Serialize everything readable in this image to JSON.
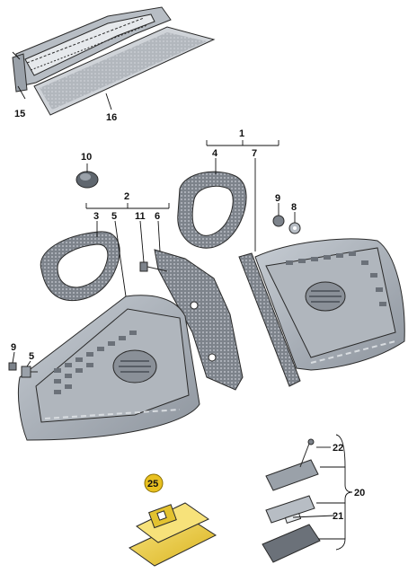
{
  "callouts": {
    "c1": "1",
    "c2": "2",
    "c3": "3",
    "c4": "4",
    "c5_left": "5",
    "c5_small": "5",
    "c6": "6",
    "c7": "7",
    "c8": "8",
    "c9_left": "9",
    "c9_right": "9",
    "c10": "10",
    "c11": "11",
    "c15": "15",
    "c16": "16",
    "c20": "20",
    "c21": "21",
    "c22": "22",
    "c25": "25"
  },
  "colors": {
    "highlight_badge": "#e8c020",
    "lamp_housing": "#a8aeb6",
    "gasket": "#8a8f96",
    "license_lamp": "#f2d23c"
  }
}
